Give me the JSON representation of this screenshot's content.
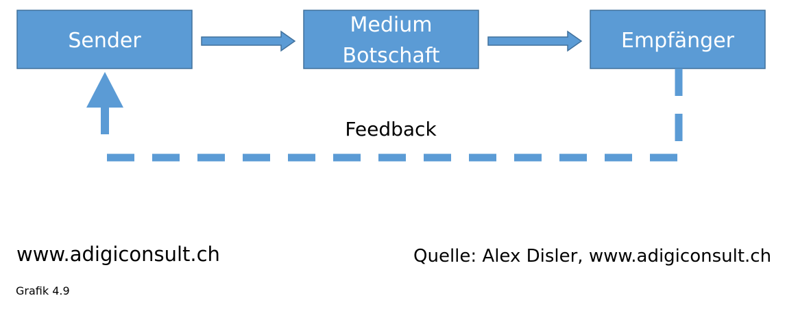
{
  "diagram": {
    "colors": {
      "box_fill": "#5b9bd5",
      "box_border": "#41719c",
      "connector": "#5b9bd5",
      "label_text": "#ffffff",
      "feedback_text": "#000000"
    },
    "nodes": {
      "sender": {
        "lines": [
          "Sender"
        ]
      },
      "medium": {
        "lines": [
          "Medium",
          "Botschaft"
        ]
      },
      "receiver": {
        "lines": [
          "Empfänger"
        ]
      }
    },
    "feedback_label": "Feedback"
  },
  "footer": {
    "website": "www.adigiconsult.ch",
    "source": "Quelle: Alex Disler, www.adigiconsult.ch",
    "figure_number": "Grafik 4.9"
  }
}
